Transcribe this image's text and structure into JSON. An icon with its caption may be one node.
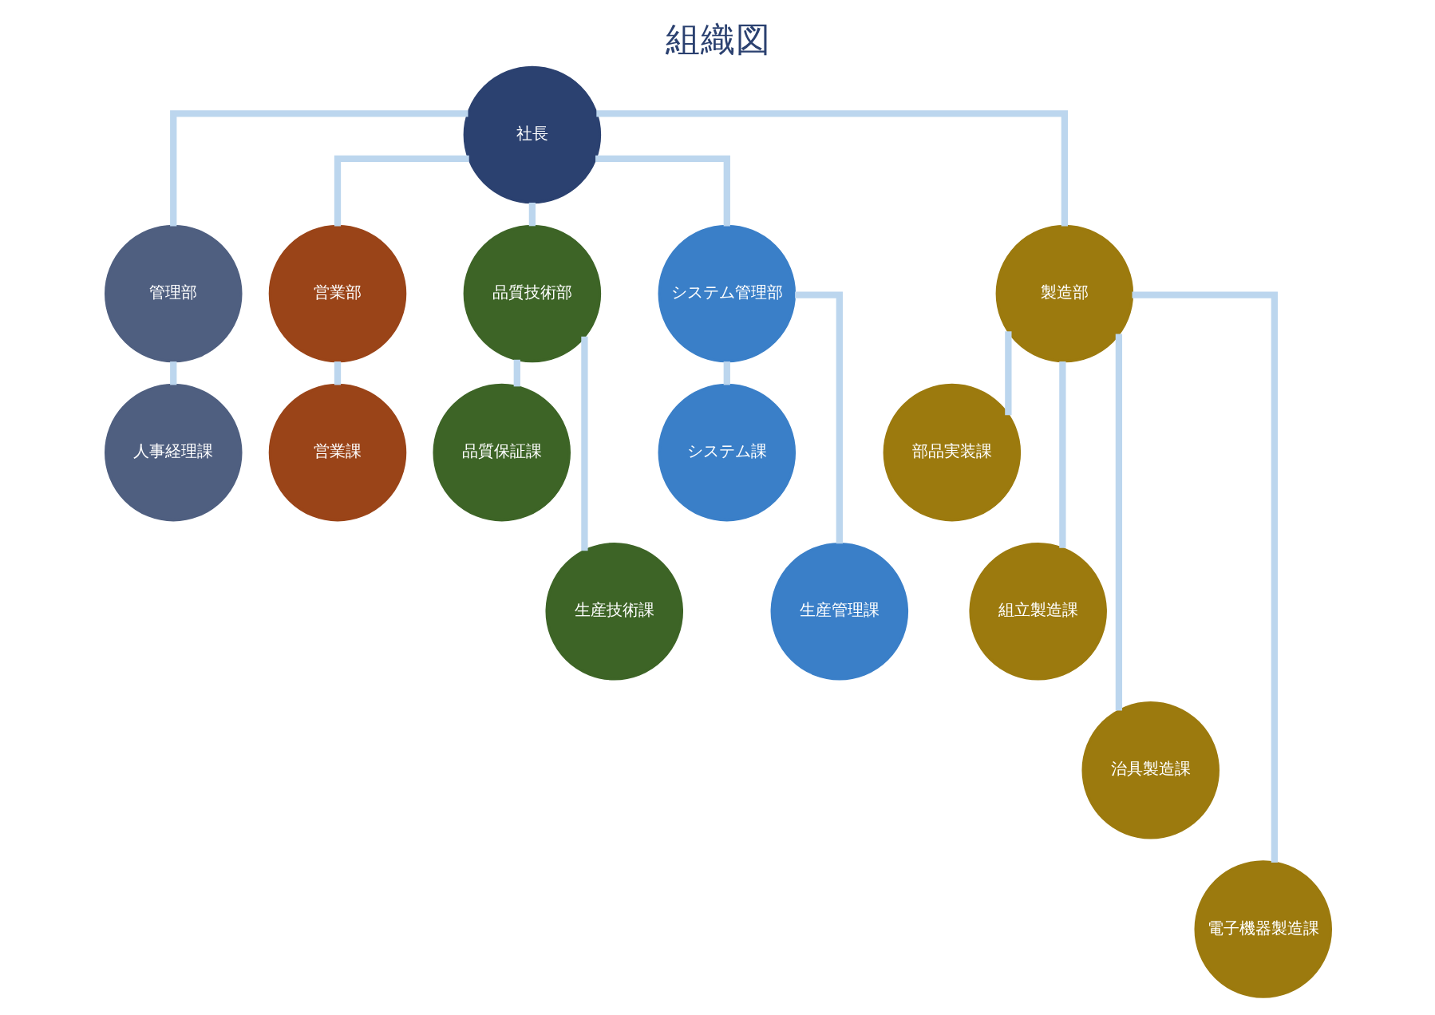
{
  "diagram": {
    "title": "組織図",
    "nodes": [
      {
        "text": [
          "社長"
        ]
      },
      {
        "text": [
          "管理部"
        ]
      },
      {
        "text": [
          "営業部"
        ]
      },
      {
        "text": [
          "品質技術部"
        ]
      },
      {
        "text": [
          "システム管理部"
        ]
      },
      {
        "text": [
          "製造部"
        ]
      },
      {
        "text": [
          "人事経理課"
        ]
      },
      {
        "text": [
          "営業課"
        ]
      },
      {
        "text": [
          "品質保証課"
        ]
      },
      {
        "text": [
          "生産技術課"
        ]
      },
      {
        "text": [
          "システム課"
        ]
      },
      {
        "text": [
          "生産管理課"
        ]
      },
      {
        "text": [
          "部品実装課"
        ]
      },
      {
        "text": [
          "組立製造課"
        ]
      },
      {
        "text": [
          "治具製造課"
        ]
      },
      {
        "text": [
          "電子機器製造課"
        ]
      }
    ],
    "edges": [
      {
        "from": 0,
        "to": 1,
        "arrow": "none"
      },
      {
        "from": 0,
        "to": 2,
        "arrow": "none"
      },
      {
        "from": 0,
        "to": 3,
        "arrow": "none"
      },
      {
        "from": 0,
        "to": 4,
        "arrow": "none"
      },
      {
        "from": 0,
        "to": 5,
        "arrow": "none"
      },
      {
        "from": 1,
        "to": 6,
        "arrow": "none"
      },
      {
        "from": 2,
        "to": 7,
        "arrow": "none"
      },
      {
        "from": 3,
        "to": 8,
        "arrow": "none"
      },
      {
        "from": 3,
        "to": 9,
        "arrow": "none"
      },
      {
        "from": 4,
        "to": 10,
        "arrow": "none"
      },
      {
        "from": 4,
        "to": 11,
        "arrow": "none"
      },
      {
        "from": 5,
        "to": 12,
        "arrow": "none"
      },
      {
        "from": 5,
        "to": 13,
        "arrow": "none"
      },
      {
        "from": 5,
        "to": 14,
        "arrow": "none"
      },
      {
        "from": 5,
        "to": 15,
        "arrow": "none"
      }
    ]
  }
}
